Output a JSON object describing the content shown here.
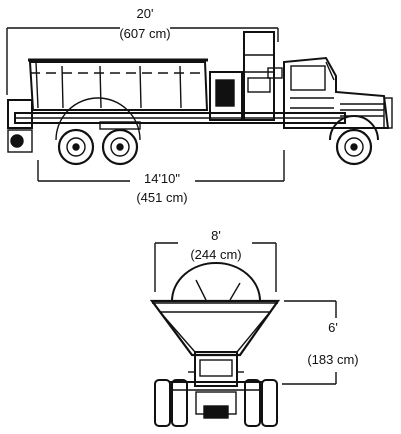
{
  "dimensions": {
    "overall_length": {
      "feet": "20'",
      "metric": "(607 cm)"
    },
    "wheelbase_length": {
      "feet": "14'10\"",
      "metric": "(451 cm)"
    },
    "width": {
      "feet": "8'",
      "metric": "(244 cm)"
    },
    "height": {
      "feet": "6'",
      "metric": "(183 cm)"
    }
  },
  "colors": {
    "line": "#111111",
    "background": "#ffffff"
  }
}
